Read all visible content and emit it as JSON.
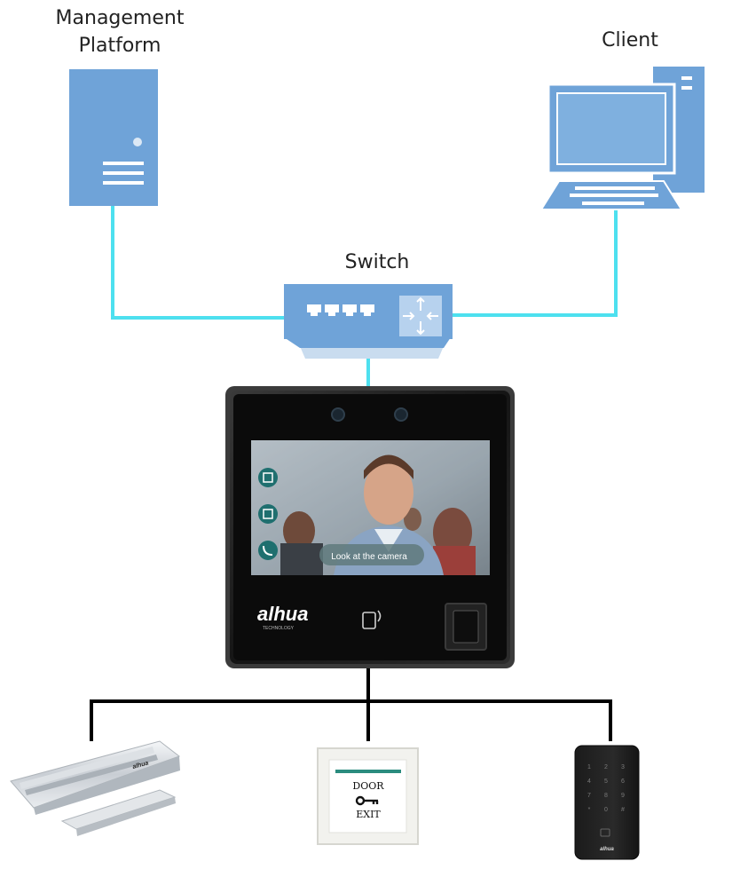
{
  "nodes": {
    "management_platform": {
      "label_line1": "Management",
      "label_line2": "Platform"
    },
    "client": {
      "label": "Client"
    },
    "switch": {
      "label": "Switch"
    }
  },
  "device": {
    "brand": "alhua",
    "brand_sub": "TECHNOLOGY",
    "screen_prompt": "Look at the camera"
  },
  "peripherals": {
    "exit_button": {
      "line1": "DOOR",
      "line2": "EXIT"
    },
    "magnetic_lock": {
      "brand": "alhua"
    },
    "card_reader": {
      "brand": "alhua",
      "keys": [
        "1",
        "2",
        "3",
        "4",
        "5",
        "6",
        "7",
        "8",
        "9",
        "*",
        "0",
        "#"
      ]
    }
  },
  "colors": {
    "network_link": "#4de0ef",
    "wired_link": "#000000",
    "icon_blue": "#6fa3d8",
    "icon_blue_dark": "#5b8fc7",
    "screen_bg": "#0a0a0a"
  }
}
